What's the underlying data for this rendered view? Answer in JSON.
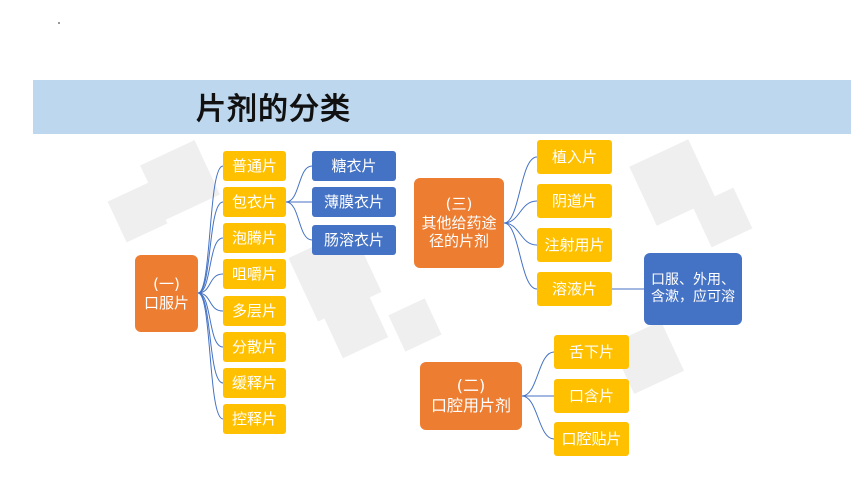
{
  "title": "片剂的分类",
  "group1": {
    "label_line1": "(一)",
    "label_line2": "口服片",
    "items": [
      "普通片",
      "包衣片",
      "泡腾片",
      "咀嚼片",
      "多层片",
      "分散片",
      "缓释片",
      "控释片"
    ],
    "coating_items": [
      "糖衣片",
      "薄膜衣片",
      "肠溶衣片"
    ]
  },
  "group2": {
    "label_line1": "(二)",
    "label_line2": "口腔用片剂",
    "items": [
      "舌下片",
      "口含片",
      "口腔贴片"
    ]
  },
  "group3": {
    "label_line1": "(三)",
    "label_line2": "其他给药途",
    "label_line3": "径的片剂",
    "items": [
      "植入片",
      "阴道片",
      "注射用片",
      "溶液片"
    ],
    "solution_note_line1": "口服、外用、",
    "solution_note_line2": "含漱，应可溶"
  },
  "colors": {
    "title_bar": "#bdd7ee",
    "orange": "#ed7d31",
    "yellow": "#ffc000",
    "blue": "#4472c4"
  }
}
